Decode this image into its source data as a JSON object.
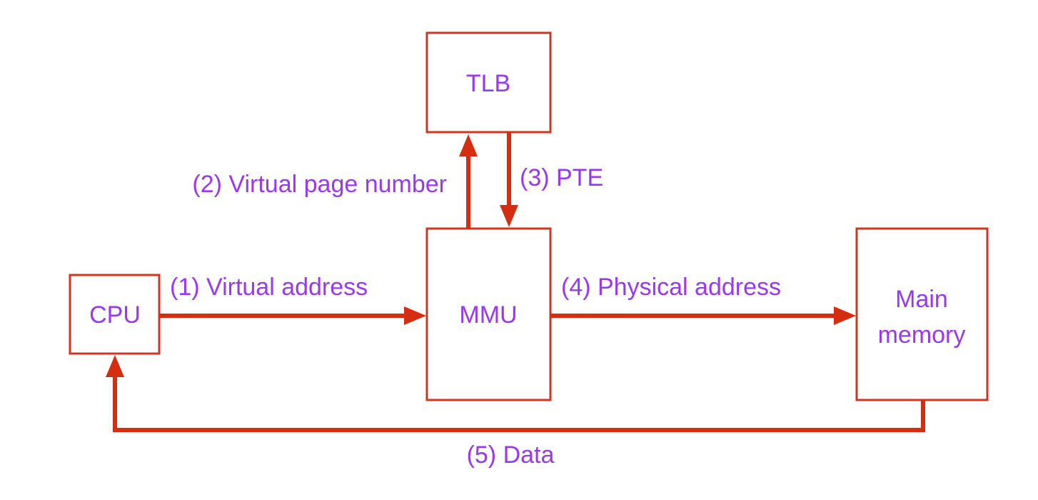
{
  "nodes": {
    "tlb": "TLB",
    "cpu": "CPU",
    "mmu": "MMU",
    "main_memory": [
      "Main",
      "memory"
    ]
  },
  "edges": {
    "virtual_address": "(1) Virtual address",
    "virtual_page_number": "(2) Virtual page number",
    "pte": "(3) PTE",
    "physical_address": "(4) Physical address",
    "data": "(5) Data"
  },
  "colors": {
    "box_border": "#d0351f",
    "arrow": "#d52d10",
    "text": "#9a37f0"
  }
}
